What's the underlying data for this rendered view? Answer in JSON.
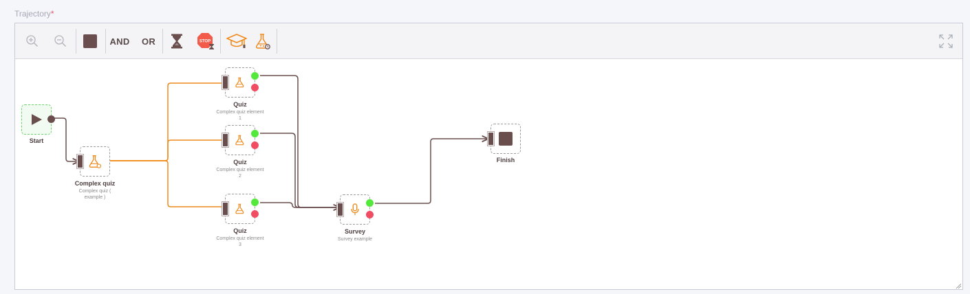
{
  "field": {
    "label": "Trajectory",
    "required_mark": "*"
  },
  "toolbar": {
    "zoom_in_icon": "zoom-in-icon",
    "zoom_out_icon": "zoom-out-icon",
    "finish_block_icon": "square-stop-icon",
    "and_label": "AND",
    "or_label": "OR",
    "timer_icon": "hourglass-icon",
    "stop_icon": "stop-sign-icon",
    "stop_text": "STOP",
    "course_icon": "graduation-cap-icon",
    "quiz_icon": "flask-icon",
    "fullscreen_icon": "fullscreen-icon"
  },
  "colors": {
    "accent": "#ef8a1c",
    "brown": "#6a4e4e",
    "ok": "#55e83c",
    "ko": "#f04c62",
    "start_border": "#67d467"
  },
  "nodes": {
    "start": {
      "title": "Start",
      "icon": "play-icon"
    },
    "complex_quiz": {
      "title": "Complex quiz",
      "subtitle": "Complex quiz ( example )",
      "icon": "flask-icon"
    },
    "quiz1": {
      "title": "Quiz",
      "subtitle": "Complex quiz element 1",
      "icon": "flask-icon"
    },
    "quiz2": {
      "title": "Quiz",
      "subtitle": "Complex quiz element 2",
      "icon": "flask-icon"
    },
    "quiz3": {
      "title": "Quiz",
      "subtitle": "Complex quiz element 3",
      "icon": "flask-icon"
    },
    "survey": {
      "title": "Survey",
      "subtitle": "Survey example",
      "icon": "microphone-icon"
    },
    "finish": {
      "title": "Finish",
      "icon": "square-stop-icon"
    }
  }
}
